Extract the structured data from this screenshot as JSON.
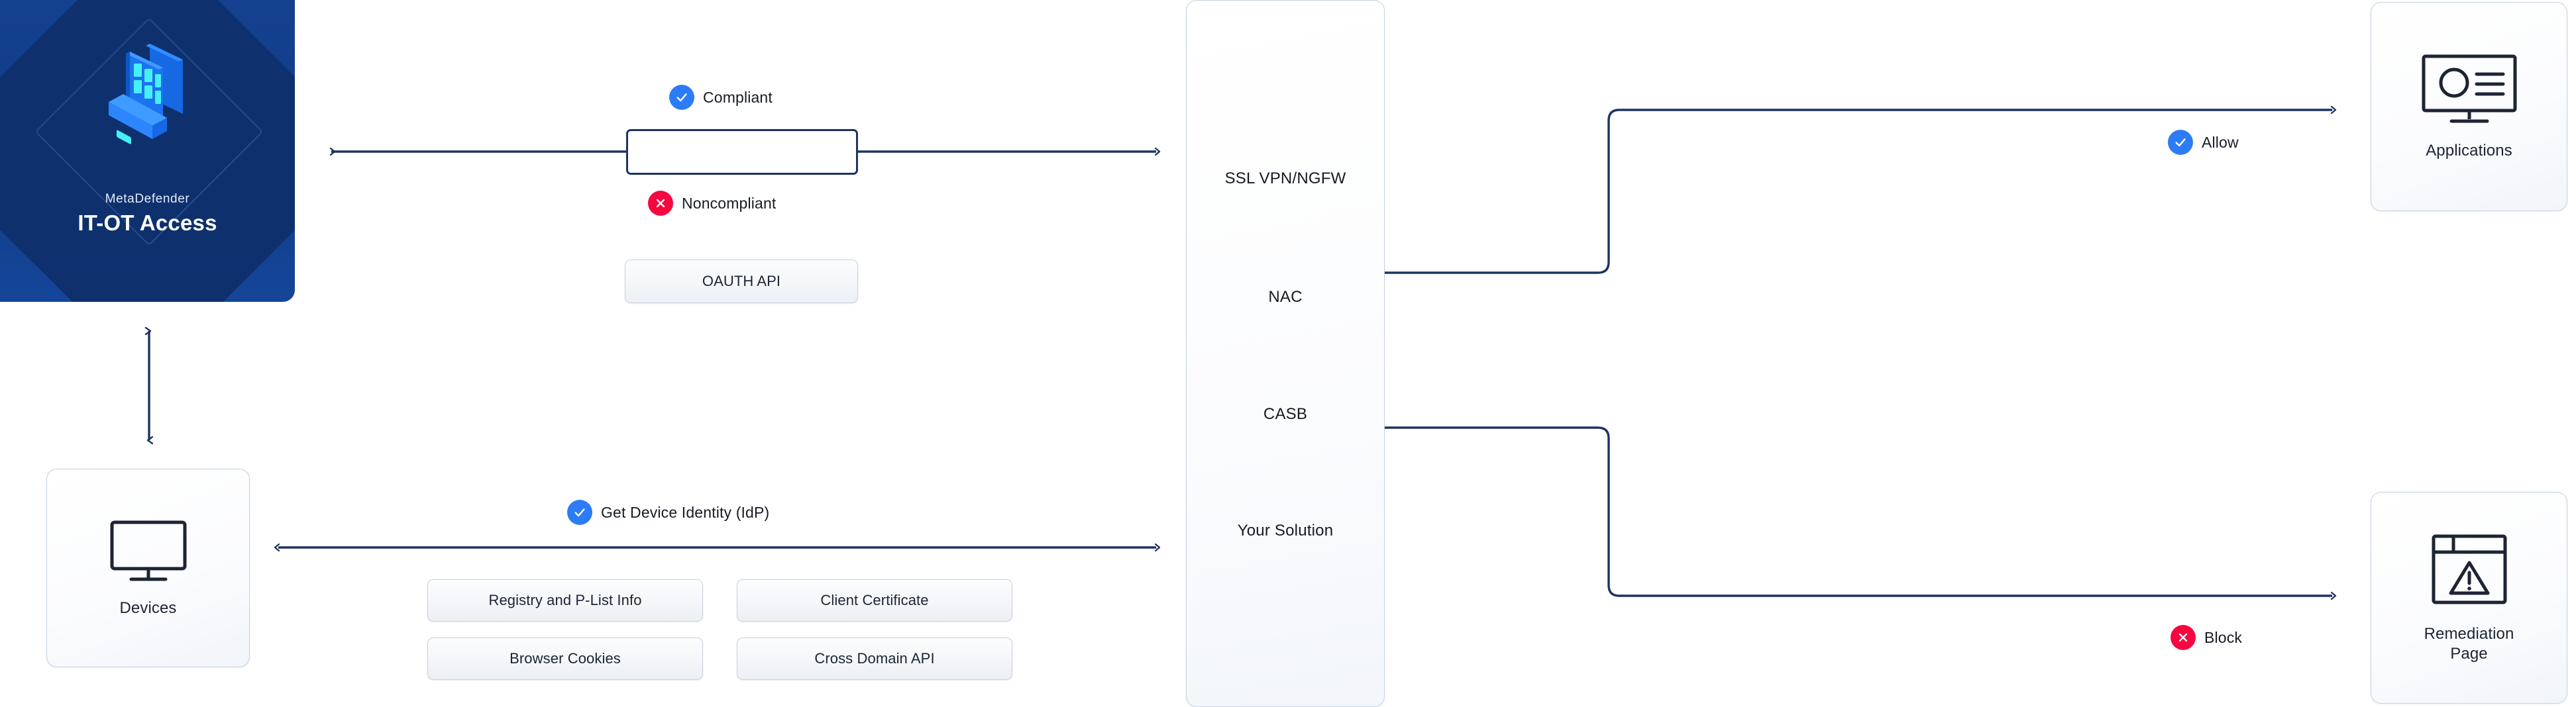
{
  "diagram": {
    "title": "MetaDefender IT-OT Access flow",
    "colors": {
      "brand_blue_dark": "#113d88",
      "brand_diamond": "#0e2f6b",
      "wire_navy": "#1d3461",
      "status_ok": "#2b7cf6",
      "status_bad": "#f7073f",
      "card_border": "#c6d2e2",
      "text_dark": "#1d2433"
    }
  },
  "brand_panel": {
    "name": "metadefender-brand-panel",
    "subtitle": "MetaDefender",
    "title": "IT-OT Access",
    "icon": "isometric-laptop-icon"
  },
  "top_flow": {
    "compliant_chip": {
      "label": "Compliant",
      "icon": "check-circle-icon",
      "state": "ok"
    },
    "noncompliant_chip": {
      "label": "Noncompliant",
      "icon": "x-circle-icon",
      "state": "bad"
    },
    "inline_box_value": "",
    "oauth_button": {
      "label": "OAUTH API"
    },
    "arrow": {
      "icon": "double-headed-arrow-icon"
    }
  },
  "bottom_flow": {
    "identity_chip": {
      "label": "Get Device Identity (IdP)",
      "icon": "check-circle-icon",
      "state": "ok"
    },
    "arrow": {
      "icon": "double-headed-arrow-icon"
    },
    "buttons": [
      {
        "label": "Registry and P-List Info"
      },
      {
        "label": "Client Certificate"
      },
      {
        "label": "Browser Cookies"
      },
      {
        "label": "Cross Domain API"
      }
    ]
  },
  "devices_card": {
    "name": "devices-card",
    "label": "Devices",
    "icon": "monitor-icon"
  },
  "solutions_column": {
    "name": "solutions-column",
    "items": [
      {
        "label": "SSL VPN/NGFW"
      },
      {
        "label": "NAC"
      },
      {
        "label": "CASB"
      },
      {
        "label": "Your Solution"
      }
    ]
  },
  "allow_branch": {
    "chip": {
      "label": "Allow",
      "icon": "check-circle-icon",
      "state": "ok"
    },
    "target_card": {
      "label": "Applications",
      "icon": "monitor-presentation-icon"
    }
  },
  "block_branch": {
    "chip": {
      "label": "Block",
      "icon": "x-circle-icon",
      "state": "bad"
    },
    "target_card": {
      "label": "Remediation Page",
      "label_line1": "Remediation",
      "label_line2": "Page",
      "icon": "browser-warning-icon"
    }
  }
}
